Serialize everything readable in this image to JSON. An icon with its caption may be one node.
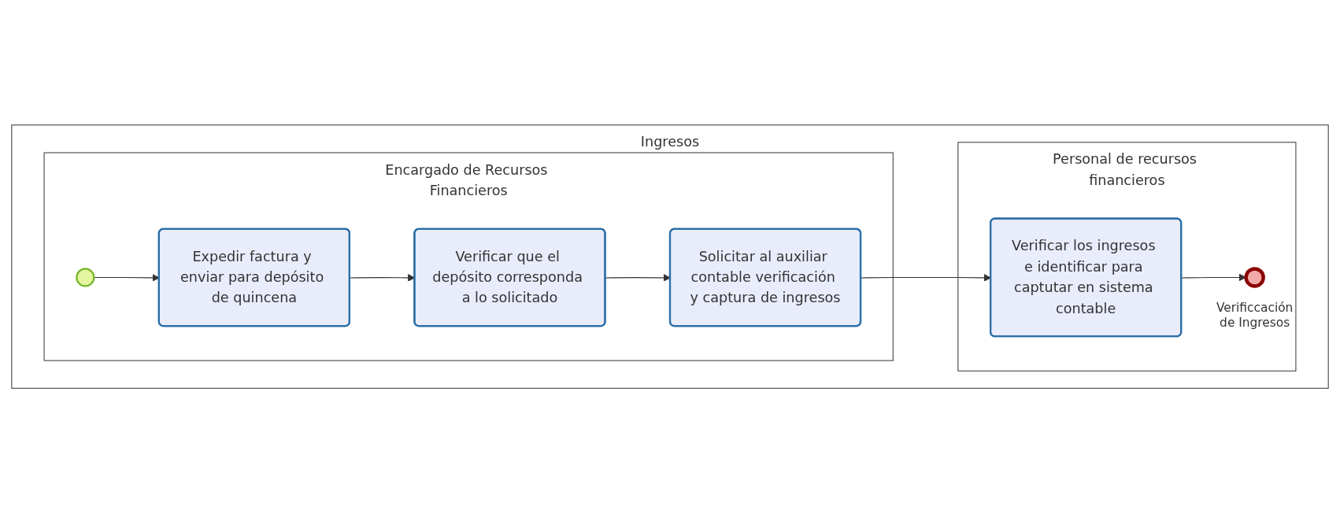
{
  "diagram": {
    "nodes": [
      {
        "text": [
          "Ingresos"
        ]
      },
      {
        "text": [
          "Encargado de Recursos Financieros"
        ],
        "in": 0
      },
      {
        "text": [
          "Personal de recursos financieros"
        ],
        "in": 0
      },
      {
        "text": [],
        "shape": "circle",
        "in": 1
      },
      {
        "text": [
          "Expedir factura y enviar para depósito de quincena"
        ],
        "in": 1
      },
      {
        "text": [
          "Verificar que el depósito corresponda a lo solicitado"
        ],
        "in": 1
      },
      {
        "text": [
          "Solicitar al auxiliar contable verificación y captura de ingresos"
        ],
        "in": 1
      },
      {
        "text": [
          "Verificar los ingresos e identificar para captutar en sistema contable"
        ],
        "in": 2
      },
      {
        "text": [],
        "shape": "circle",
        "in": 2,
        "beside": [
          "Verificcación de Ingresos"
        ]
      }
    ],
    "edges": [
      {
        "from": 3,
        "to": 4,
        "arrow": "to"
      },
      {
        "from": 4,
        "to": 5,
        "arrow": "to"
      },
      {
        "from": 5,
        "to": 6,
        "arrow": "to"
      },
      {
        "from": 6,
        "to": 7,
        "arrow": "to"
      },
      {
        "from": 7,
        "to": 8,
        "arrow": "to"
      }
    ]
  }
}
